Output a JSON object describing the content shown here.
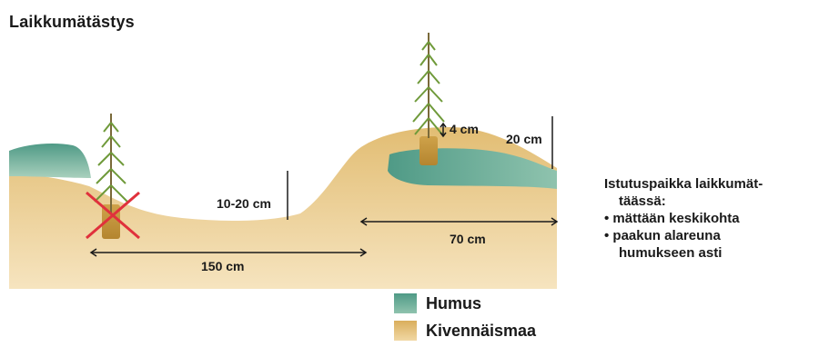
{
  "title": "Laikkumätästys",
  "dimensions": {
    "depth": "10-20 cm",
    "width_left": "150 cm",
    "width_right": "70 cm",
    "mound_height": "20 cm",
    "planting_depth": "4 cm"
  },
  "note": {
    "line1": "Istutuspaikka laikkumät-",
    "line2": "täässä:",
    "bullet1": "• mättään keskikohta",
    "bullet2a": "• paakun alareuna",
    "bullet2b": "humukseen asti"
  },
  "legend": [
    {
      "label": "Humus",
      "color": "#5fa48f"
    },
    {
      "label": "Kivennäismaa",
      "color": "#e2bd73"
    }
  ],
  "colors": {
    "soil_light": "#f3ddb0",
    "soil_mid": "#e2bd73",
    "humus_dark": "#4f9a86",
    "humus_light": "#a9d0bd",
    "cross": "#e0313c",
    "tree": "#6f9a3a"
  }
}
